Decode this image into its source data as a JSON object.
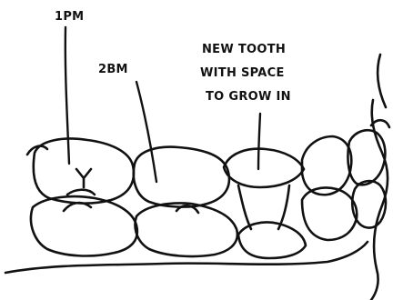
{
  "labels": {
    "first_premolar": "1PM",
    "second_premolar": "2BM",
    "new_tooth_line1": "NEW TOOTH",
    "new_tooth_line2": "WITH SPACE",
    "new_tooth_line3": "TO GROW IN"
  }
}
